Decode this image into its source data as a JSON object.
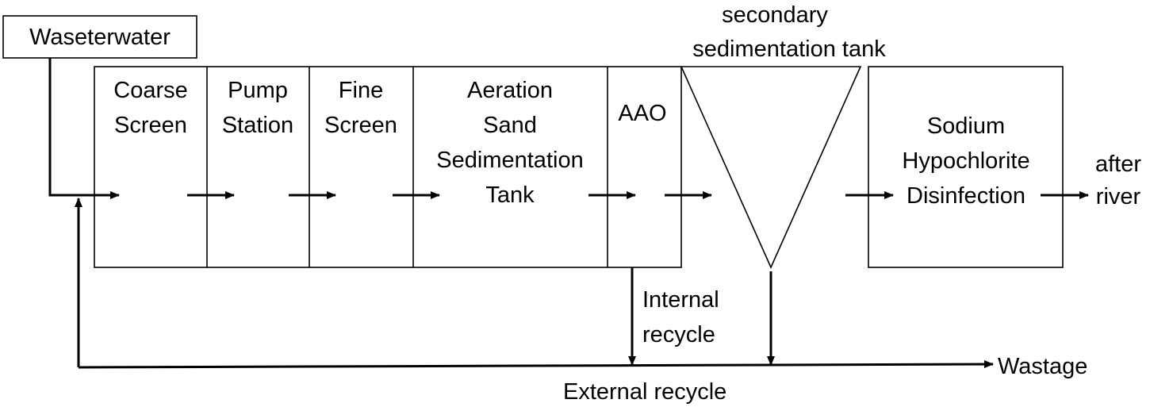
{
  "diagram": {
    "input": "Waseterwater",
    "stages": {
      "coarse_screen": [
        "Coarse",
        "Screen"
      ],
      "pump_station": [
        "Pump",
        "Station"
      ],
      "fine_screen": [
        "Fine",
        "Screen"
      ],
      "aeration": [
        "Aeration",
        "Sand",
        "Sedimentation",
        "Tank"
      ],
      "aao": "AAO",
      "secondary": [
        "secondary",
        "sedimentation tank"
      ],
      "disinfection": [
        "Sodium",
        "Hypochlorite",
        "Disinfection"
      ]
    },
    "output": [
      "after",
      "river"
    ],
    "internal_recycle": [
      "Internal",
      "recycle"
    ],
    "external_recycle": "External recycle",
    "wastage": "Wastage"
  }
}
